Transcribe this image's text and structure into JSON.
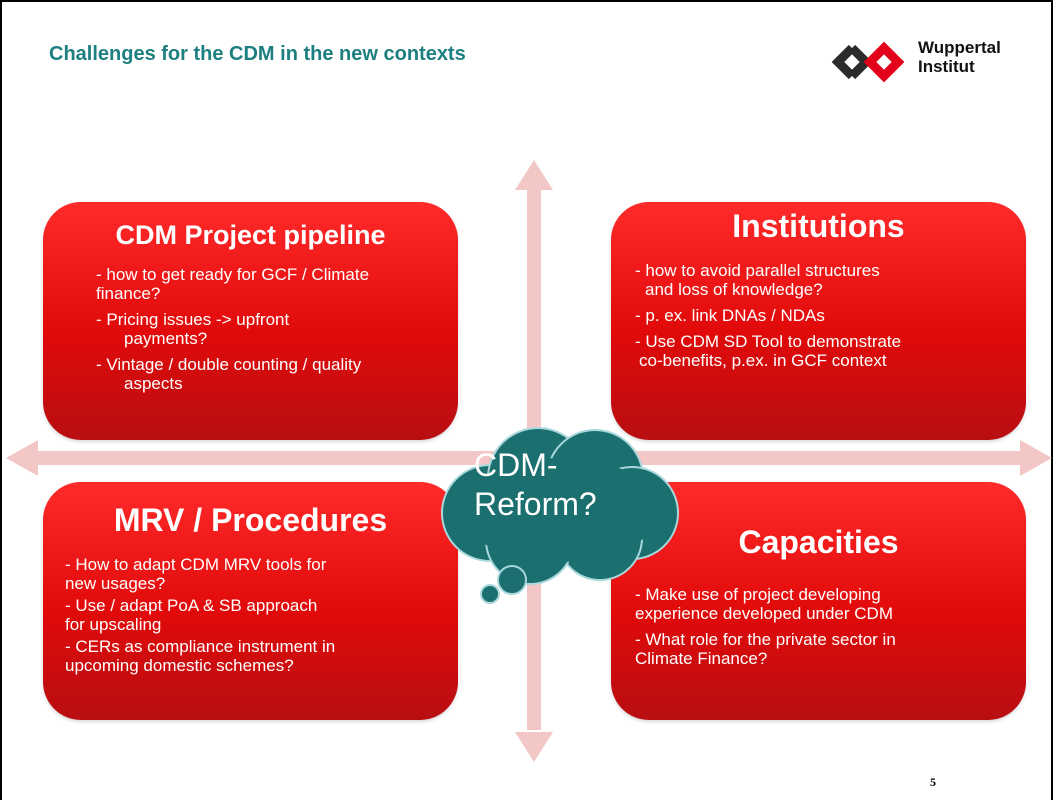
{
  "slide": {
    "title": "Challenges for the CDM in the new contexts",
    "page_number": "5"
  },
  "logo": {
    "line1": "Wuppertal",
    "line2": "Institut",
    "icon": "wuppertal-logo-icon"
  },
  "cards": {
    "pipeline": {
      "title": "CDM Project pipeline",
      "items": [
        {
          "line1": "- how to get ready for GCF / Climate",
          "line2": " finance?"
        },
        {
          "line1": "- Pricing issues -> upfront",
          "line2": "payments?"
        },
        {
          "line1": "- Vintage / double counting / quality",
          "line2": "aspects"
        }
      ]
    },
    "institutions": {
      "title": "Institutions",
      "items": [
        {
          "line1": "- how to avoid parallel structures",
          "line2": "  and loss of knowledge?"
        },
        {
          "line1": "- p. ex. link DNAs / NDAs",
          "line2": ""
        },
        {
          "line1": "- Use CDM SD Tool to demonstrate",
          "line2": " co-benefits, p.ex. in GCF context"
        }
      ]
    },
    "mrv": {
      "title": "MRV / Procedures",
      "items": [
        {
          "line1": "- How to adapt CDM MRV tools for",
          "line2": "new usages?"
        },
        {
          "line1": "- Use / adapt PoA & SB approach",
          "line2": "for upscaling"
        },
        {
          "line1": "- CERs as compliance instrument in",
          "line2": "upcoming domestic schemes?"
        }
      ]
    },
    "capacities": {
      "title": "Capacities",
      "items": [
        {
          "line1": "- Make use of project developing",
          "line2": "experience developed under CDM"
        },
        {
          "line1": "- What role for the private sector in",
          "line2": "Climate Finance?"
        }
      ]
    }
  },
  "cloud": {
    "line1": "CDM-",
    "line2": "Reform?"
  },
  "colors": {
    "title_teal": "#1d7f80",
    "card_red": "#e10a0a",
    "cloud_teal": "#1b6f6f",
    "arrow_pink": "#f4c7c7",
    "logo_red": "#e2001a",
    "logo_dark": "#2b2b2b"
  }
}
